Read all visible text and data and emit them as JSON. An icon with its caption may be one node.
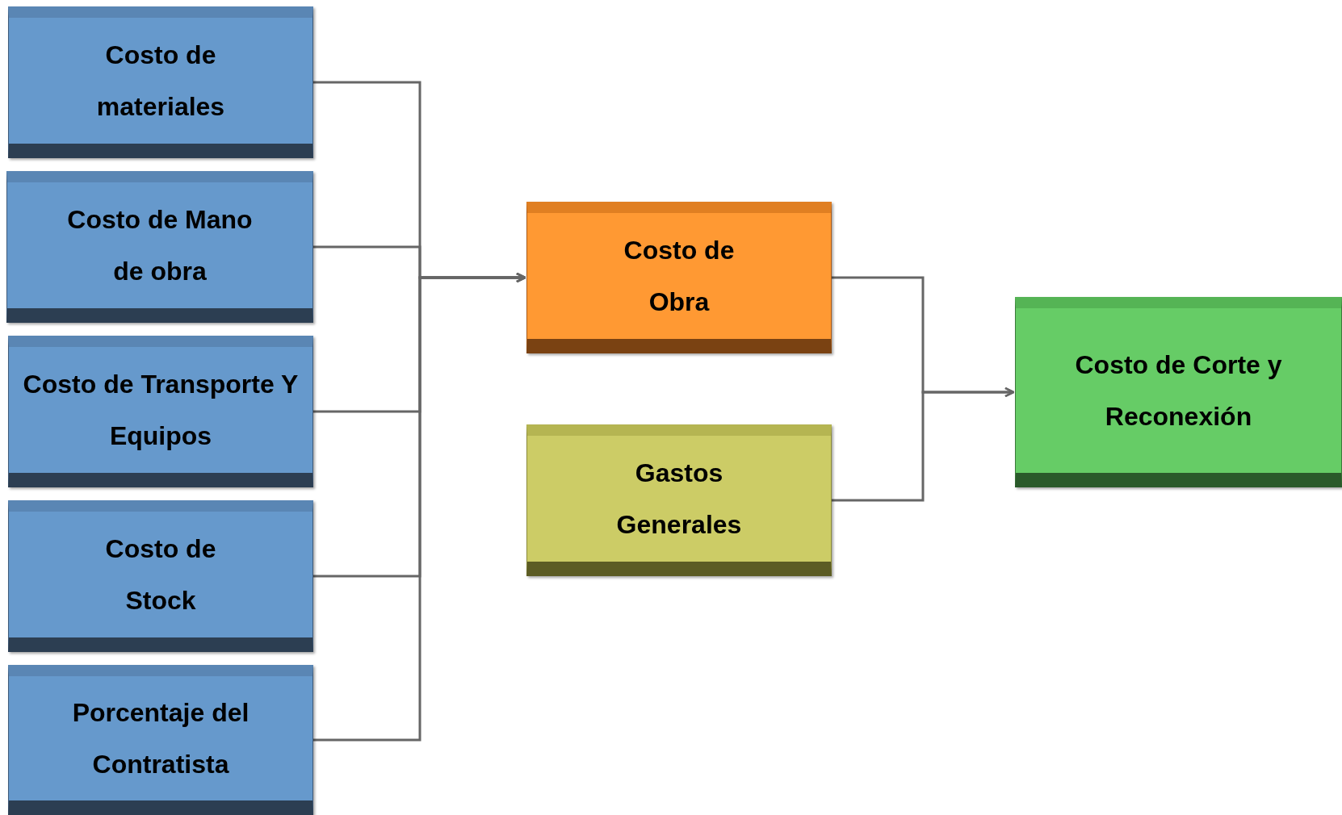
{
  "diagram": {
    "nodes": [
      {
        "text": [
          "Costo de materiales"
        ]
      },
      {
        "text": [
          "Costo de Mano de obra"
        ]
      },
      {
        "text": [
          "Costo de Transporte Y Equipos"
        ]
      },
      {
        "text": [
          "Costo de Stock"
        ]
      },
      {
        "text": [
          "Porcentaje del Contratista"
        ]
      },
      {
        "text": [
          "Costo de Obra"
        ]
      },
      {
        "text": [
          "Gastos Generales"
        ]
      },
      {
        "text": [
          "Costo de Corte y Reconexión"
        ]
      }
    ],
    "edges": [
      {
        "from": 0,
        "to": 5,
        "arrow": "to"
      },
      {
        "from": 1,
        "to": 5,
        "arrow": "to"
      },
      {
        "from": 2,
        "to": 5,
        "arrow": "to"
      },
      {
        "from": 3,
        "to": 5,
        "arrow": "to"
      },
      {
        "from": 4,
        "to": 5,
        "arrow": "to"
      },
      {
        "from": 5,
        "to": 7,
        "arrow": "to"
      },
      {
        "from": 6,
        "to": 7,
        "arrow": "to"
      }
    ]
  }
}
